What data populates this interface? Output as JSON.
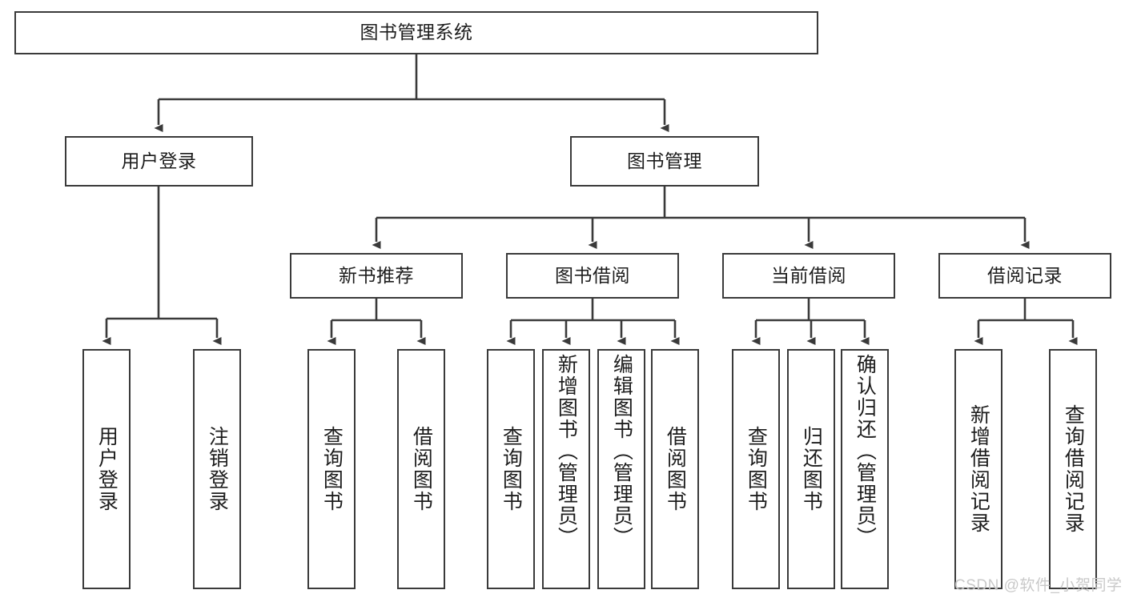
{
  "diagram": {
    "title": "图书管理系统",
    "type": "tree",
    "root": {
      "label": "图书管理系统"
    },
    "level1": [
      {
        "label": "用户登录"
      },
      {
        "label": "图书管理"
      }
    ],
    "level2": [
      {
        "label": "新书推荐"
      },
      {
        "label": "图书借阅"
      },
      {
        "label": "当前借阅"
      },
      {
        "label": "借阅记录"
      }
    ],
    "leaves": {
      "user_login": [
        {
          "label": "用户登录"
        },
        {
          "label": "注销登录"
        }
      ],
      "new_book_recommend": [
        {
          "label": "查询图书"
        },
        {
          "label": "借阅图书"
        }
      ],
      "book_borrow": [
        {
          "label": "查询图书"
        },
        {
          "label": "新增图书（管理员）"
        },
        {
          "label": "编辑图书（管理员）"
        },
        {
          "label": "借阅图书"
        }
      ],
      "current_borrow": [
        {
          "label": "查询图书"
        },
        {
          "label": "归还图书"
        },
        {
          "label": "确认归还（管理员）"
        }
      ],
      "borrow_records": [
        {
          "label": "新增借阅记录"
        },
        {
          "label": "查询借阅记录"
        }
      ]
    }
  },
  "watermark": {
    "text": "CSDN @软件_小贺同学"
  },
  "colors": {
    "border": "#3a3a3a",
    "text": "#1d1d1d",
    "background": "#ffffff",
    "watermark": "#c9c9c9"
  }
}
